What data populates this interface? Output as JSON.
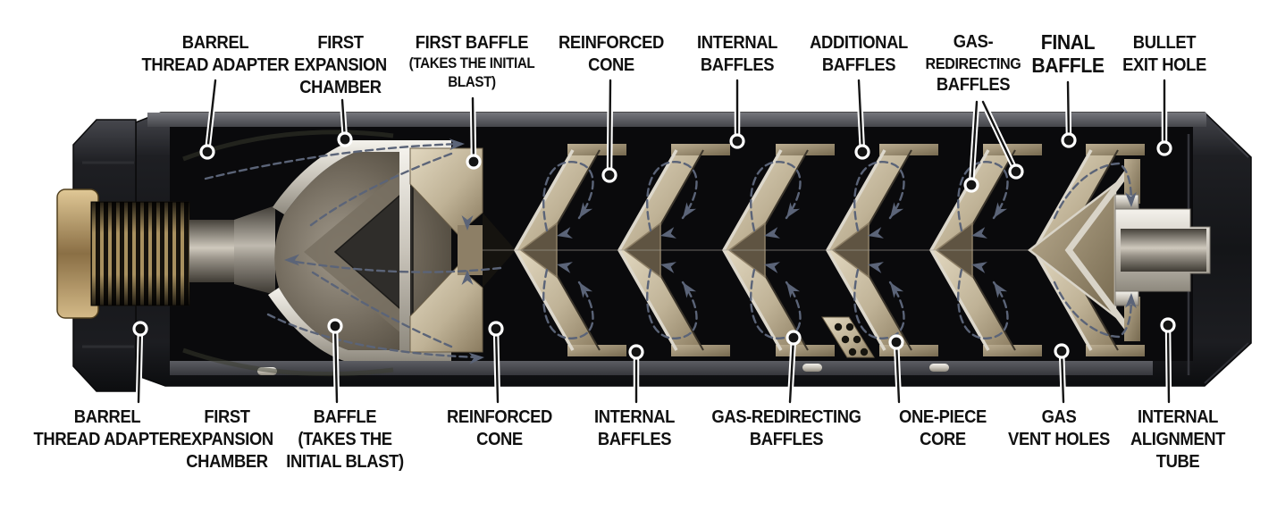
{
  "diagram": {
    "subject": "Firearm suppressor (silencer) cutaway diagram with internal gas-flow arrows",
    "colors": {
      "background": "#ffffff",
      "outer_shell": "#1b1c1f",
      "cut_rim_gray": "#55565c",
      "baffle_tan": "#b7aa8e",
      "silver_metal": "#d9d5cb",
      "brass_threads": "#a8905f",
      "gas_flow_arrows": "#5b6478",
      "label_text": "#101010",
      "leader_line": "#141414",
      "leader_casing": "#ffffff"
    },
    "top_labels": [
      {
        "id": "barrel-thread-adapter",
        "lines": [
          "BARREL",
          "THREAD ADAPTER"
        ]
      },
      {
        "id": "first-expansion-chamber",
        "lines": [
          "FIRST",
          "EXPANSION",
          "CHAMBER"
        ]
      },
      {
        "id": "first-baffle",
        "lines": [
          "FIRST BAFFLE",
          "(TAKES THE INITIAL",
          "BLAST)"
        ]
      },
      {
        "id": "reinforced-cone",
        "lines": [
          "REINFORCED",
          "CONE"
        ]
      },
      {
        "id": "internal-baffles",
        "lines": [
          "INTERNAL",
          "BAFFLES"
        ]
      },
      {
        "id": "additional-baffles",
        "lines": [
          "ADDITIONAL",
          "BAFFLES"
        ]
      },
      {
        "id": "gas-redirecting-baffles",
        "lines": [
          "GAS-",
          "REDIRECTING",
          "BAFFLES"
        ]
      },
      {
        "id": "final-baffle",
        "lines": [
          "FINAL",
          "BAFFLE"
        ]
      },
      {
        "id": "bullet-exit-hole",
        "lines": [
          "BULLET",
          "EXIT HOLE"
        ]
      }
    ],
    "bottom_labels": [
      {
        "id": "barrel-thread-adapter",
        "lines": [
          "BARREL",
          "THREAD ADAPTER"
        ]
      },
      {
        "id": "first-expansion-chamber",
        "lines": [
          "FIRST",
          "EXPANSION",
          "CHAMBER"
        ]
      },
      {
        "id": "baffle",
        "lines": [
          "BAFFLE",
          "(TAKES THE",
          "INITIAL BLAST)"
        ]
      },
      {
        "id": "reinforced-cone",
        "lines": [
          "REINFORCED",
          "CONE"
        ]
      },
      {
        "id": "internal-baffles",
        "lines": [
          "INTERNAL",
          "BAFFLES"
        ]
      },
      {
        "id": "gas-redirecting-baffles",
        "lines": [
          "GAS-REDIRECTING",
          "BAFFLES"
        ]
      },
      {
        "id": "one-piece-core",
        "lines": [
          "ONE-PIECE",
          "CORE"
        ]
      },
      {
        "id": "gas-vent-holes",
        "lines": [
          "GAS",
          "VENT HOLES"
        ]
      },
      {
        "id": "internal-alignment-tube",
        "lines": [
          "INTERNAL",
          "ALIGNMENT",
          "TUBE"
        ]
      }
    ]
  }
}
